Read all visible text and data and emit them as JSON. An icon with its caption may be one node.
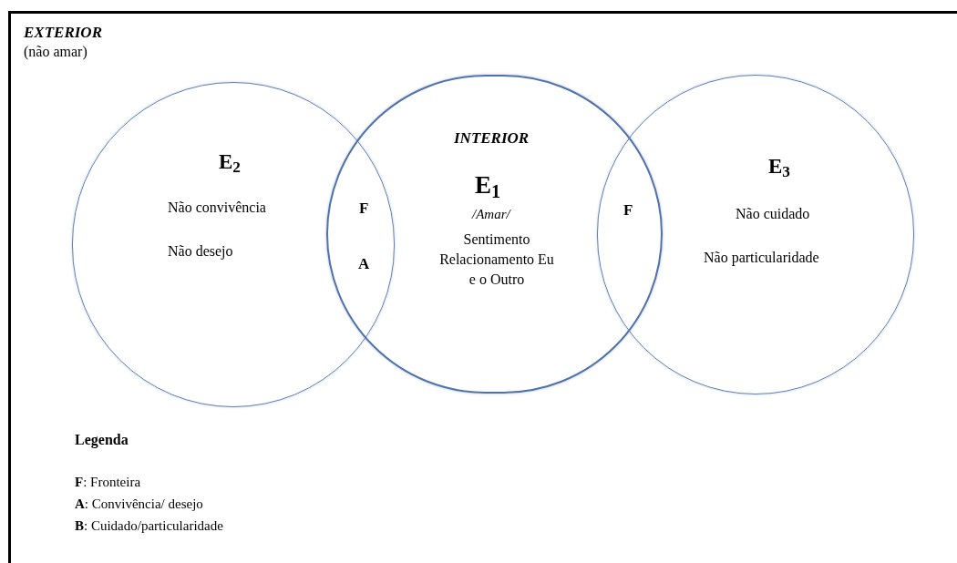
{
  "diagram": {
    "nodes": [
      {
        "text": [
          "EXTERIOR",
          "(não amar)"
        ]
      },
      {
        "text": [
          "E$_{2}$",
          "Não convivência",
          "Não desejo"
        ],
        "in": 0
      },
      {
        "text": [
          "INTERIOR",
          "E$_{1}$",
          "/Amar/",
          "Sentimento Relacionamento Eu e o Outro"
        ],
        "in": 0
      },
      {
        "text": [
          "E$_{3}$",
          "Não cuidado",
          "Não particularidade"
        ],
        "in": 0
      }
    ],
    "labels": [
      "F",
      "A",
      "F",
      "Legenda"
    ],
    "legend": [
      {
        "text": "**F**: Fronteira"
      },
      {
        "text": "**A**: Convivência/ desejo"
      },
      {
        "text": "**B**: Cuidado/particularidade"
      }
    ]
  }
}
